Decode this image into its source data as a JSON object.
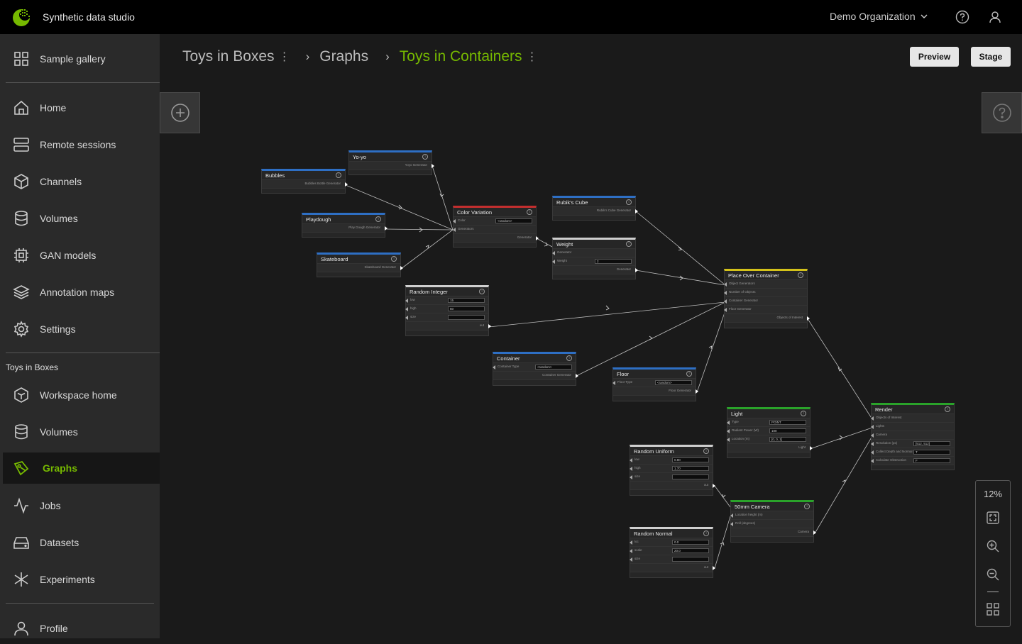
{
  "app": {
    "title": "Synthetic data studio",
    "organization": "Demo Organization"
  },
  "sidebar": {
    "top_items": [
      {
        "label": "Sample gallery",
        "icon": "grid-icon"
      },
      {
        "label": "Home",
        "icon": "home-icon"
      },
      {
        "label": "Remote sessions",
        "icon": "server-icon"
      },
      {
        "label": "Channels",
        "icon": "cube-icon"
      },
      {
        "label": "Volumes",
        "icon": "database-icon"
      },
      {
        "label": "GAN models",
        "icon": "chip-icon"
      },
      {
        "label": "Annotation maps",
        "icon": "layers-icon"
      },
      {
        "label": "Settings",
        "icon": "gear-icon"
      }
    ],
    "workspace_label": "Toys in Boxes",
    "workspace_items": [
      {
        "label": "Workspace home",
        "icon": "cube-icon"
      },
      {
        "label": "Volumes",
        "icon": "database-icon"
      },
      {
        "label": "Graphs",
        "icon": "graph-icon",
        "active": true
      },
      {
        "label": "Jobs",
        "icon": "activity-icon"
      },
      {
        "label": "Datasets",
        "icon": "drive-icon"
      },
      {
        "label": "Experiments",
        "icon": "experiments-icon"
      }
    ],
    "bottom_items": [
      {
        "label": "Profile",
        "icon": "user-icon"
      }
    ]
  },
  "breadcrumb": {
    "workspace": "Toys in Boxes",
    "section": "Graphs",
    "current": "Toys in Containers"
  },
  "toolbar": {
    "preview_label": "Preview",
    "stage_label": "Stage"
  },
  "zoom": {
    "level": "12%"
  },
  "colors": {
    "accent": "#76b900",
    "background": "#1a1a1a",
    "sidebar": "#2a2a2a",
    "topbar": "#000000"
  },
  "nodes": {
    "yoyo": {
      "title": "Yo-yo",
      "out": "Yoyo Generator"
    },
    "bubbles": {
      "title": "Bubbles",
      "out": "Bubbles Bottle Generator"
    },
    "playdough": {
      "title": "Playdough",
      "out": "Play Dough Generator"
    },
    "skateboard": {
      "title": "Skateboard",
      "out": "Skateboard Generator"
    },
    "color_variation": {
      "title": "Color Variation",
      "in1": "Color",
      "v1": "<random>",
      "in2": "Generators",
      "out": "Generator"
    },
    "rubiks": {
      "title": "Rubik's Cube",
      "out": "Rubik's Cube Generator"
    },
    "weight": {
      "title": "Weight",
      "in1": "Generator",
      "in2": "Weight",
      "v2": "2",
      "out": "Generator"
    },
    "random_integer": {
      "title": "Random Integer",
      "in1": "low",
      "v1": "15",
      "in2": "high",
      "v2": "50",
      "in3": "size",
      "v3": "",
      "out": "out"
    },
    "place_over": {
      "title": "Place Over Container",
      "in1": "Object Generators",
      "in2": "Number of Objects",
      "in3": "Container Generator",
      "in4": "Floor Generator",
      "out": "Objects of Interest"
    },
    "container": {
      "title": "Container",
      "in1": "Container Type",
      "v1": "<random>",
      "out": "Container Generator"
    },
    "floor": {
      "title": "Floor",
      "in1": "Floor Type",
      "v1": "<random>",
      "out": "Floor Generator"
    },
    "light": {
      "title": "Light",
      "in1": "Type",
      "v1": "POINT",
      "in2": "Radiant Power (W)",
      "v2": "100",
      "in3": "Location (m)",
      "v3": "[0, 0, 1]",
      "out": "Light"
    },
    "render": {
      "title": "Render",
      "in1": "Objects of Interest",
      "in2": "Lights",
      "in3": "Camera",
      "in4": "Resolution (px)",
      "v4": "[512, 512]",
      "in5": "Collect Depth and Normal Maps",
      "v5": "T",
      "in6": "Calculate Obstruction",
      "v6": "F"
    },
    "random_uniform": {
      "title": "Random Uniform",
      "in1": "low",
      "v1": "0.80",
      "in2": "high",
      "v2": "1.70",
      "in3": "size",
      "v3": "",
      "out": "out"
    },
    "camera": {
      "title": "50mm Camera",
      "in1": "Location height (m)",
      "in2": "Roll (degrees)",
      "out": "Camera"
    },
    "random_normal": {
      "title": "Random Normal",
      "in1": "loc",
      "v1": "0.0",
      "in2": "scale",
      "v2": "20.0",
      "in3": "size",
      "v3": "",
      "out": "out"
    }
  }
}
